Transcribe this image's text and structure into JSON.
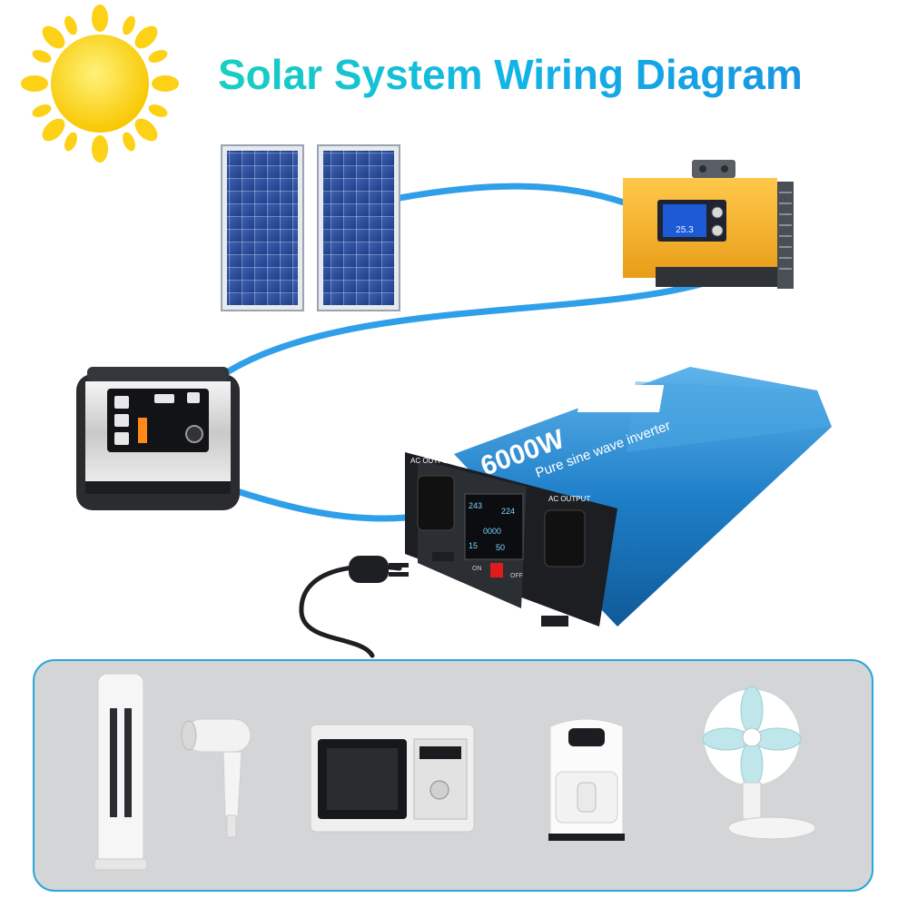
{
  "diagram": {
    "title": "Solar System Wiring Diagram"
  },
  "inverter": {
    "power_rating": "6000W",
    "subtitle": "Pure sine wave inverter",
    "left_outlet_label": "AC OUTPUT",
    "right_outlet_label": "AC OUTPUT",
    "switch_on": "ON",
    "switch_off": "OFF",
    "lcd_line1_left": "243",
    "lcd_line1_right": "224",
    "lcd_line2": "0000",
    "lcd_line3_left": "15",
    "lcd_line3_right": "50"
  },
  "controller": {
    "lcd_value": "25.3"
  },
  "colors": {
    "title_gradient_start": "#18d0c0",
    "title_gradient_end": "#1a8ee2",
    "cable": "#2e9fe8",
    "inverter_body": "#1f7fc9",
    "controller_body": "#f4b32a",
    "sun": "#fcd116",
    "panel": "#2f4f9a",
    "tray_border": "#2aa6de",
    "tray_fill": "#d4d5d7"
  },
  "icons": [
    "sun-icon",
    "solar-panel-icon",
    "charge-controller-icon",
    "power-station-icon",
    "inverter-icon",
    "plug-icon",
    "tower-fan-icon",
    "hair-dryer-icon",
    "microwave-icon",
    "air-fryer-icon",
    "desk-fan-icon"
  ]
}
